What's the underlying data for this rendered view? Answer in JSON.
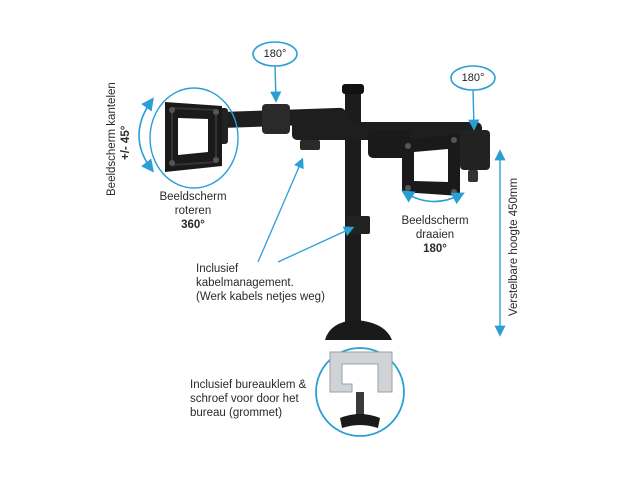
{
  "labels": {
    "tilt_line1": "Beeldscherm kantelen",
    "tilt_line2": "+/- 45°",
    "rotate_line1": "Beeldscherm",
    "rotate_line2": "roteren",
    "rotate_value": "360°",
    "swivel_line1": "Beeldscherm",
    "swivel_line2": "draaien",
    "swivel_value": "180°",
    "top_left_angle": "180°",
    "top_right_angle": "180°",
    "cable_line1": "Inclusief",
    "cable_line2": "kabelmanagement.",
    "cable_line3": "(Werk kabels netjes weg)",
    "clamp_line1": "Inclusief bureauklem &",
    "clamp_line2": "schroef voor door het",
    "clamp_line3": "bureau (grommet)",
    "height_label": "Verstelbare hoogte 450mm"
  },
  "colors": {
    "accent": "#2a9fd6",
    "metal": "#1c1c1c",
    "text": "#2a2a2a"
  }
}
